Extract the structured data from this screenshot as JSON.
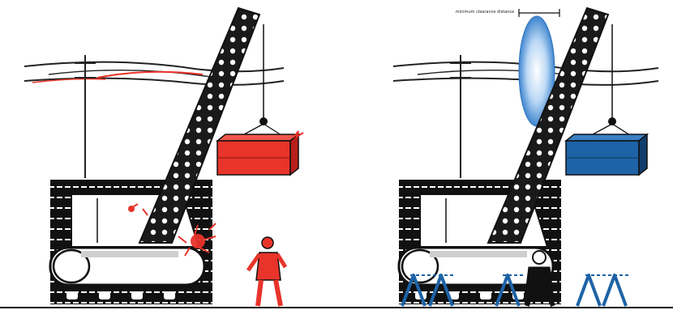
{
  "panels": [
    {
      "id": "unsafe",
      "load_color": "#e8342a",
      "hazard_color": "#e8342a"
    },
    {
      "id": "safe",
      "load_color": "#1d63a6",
      "zone_color": "#7fb6ea",
      "barrier_color": "#1d63a6",
      "clearance_label": "minimum clearance distance"
    }
  ],
  "icons": {
    "crane": "crane-icon",
    "power_lines": "power-lines-icon",
    "load": "suspended-load-icon",
    "worker": "worker-icon",
    "electric_arc": "electric-arc-icon",
    "clearance_zone": "clearance-zone-icon",
    "barrier": "barrier-icon"
  }
}
